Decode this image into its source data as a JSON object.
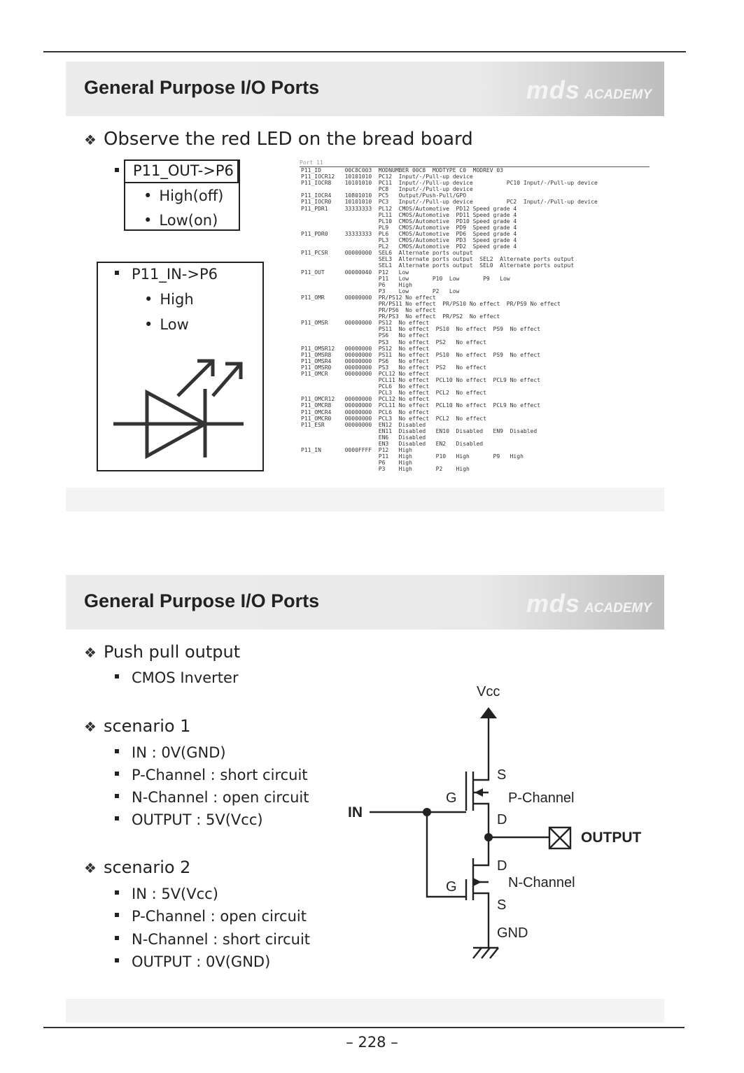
{
  "slide1": {
    "title": "General Purpose I/O Ports",
    "logo_main": "mds",
    "logo_sub": "ACADEMY",
    "heading": "Observe the red LED on the bread board",
    "out_box": {
      "label": "P11_OUT->P6",
      "items": [
        "High(off)",
        "Low(on)"
      ]
    },
    "in_box": {
      "label": "P11_IN->P6",
      "items": [
        "High",
        "Low"
      ]
    },
    "dump_header": "Port 11",
    "dump_rows": [
      "P11_ID       00C8C003  MODNUMBER 00C8  MODTYPE C0  MODREV 03",
      "P11_IOCR12   10101010  PC12  Input/-/Pull-up device",
      "P11_IOCR8    10101010  PC11  Input/-/Pull-up device          PC10 Input/-/Pull-up device",
      "                       PC8   Input/-/Pull-up device",
      "P11_IOCR4    10801010  PC5   Output/Push-Pull/GPO",
      "P11_IOCR0    10101010  PC3   Input/-/Pull-up device          PC2  Input/-/Pull-up device",
      "P11_PDR1     33333333  PL12  CMOS/Automotive  PD12 Speed grade 4",
      "                       PL11  CMOS/Automotive  PD11 Speed grade 4",
      "                       PL10  CMOS/Automotive  PD10 Speed grade 4",
      "                       PL9   CMOS/Automotive  PD9  Speed grade 4",
      "P11_PDR0     33333333  PL6   CMOS/Automotive  PD6  Speed grade 4",
      "                       PL3   CMOS/Automotive  PD3  Speed grade 4",
      "                       PL2   CMOS/Automotive  PD2  Speed grade 4",
      "P11_PCSR     00000000  SEL6  Alternate ports output",
      "                       SEL3  Alternate ports output  SEL2  Alternate ports output",
      "                       SEL1  Alternate ports output  SEL0  Alternate ports output",
      "P11_OUT      00000040  P12   Low",
      "                       P11   Low       P10  Low       P9   Low",
      "                       P6    High",
      "                       P3    Low       P2   Low",
      "P11_OMR      00000000  PR/PS12 No effect",
      "                       PR/PS11 No effect  PR/PS10 No effect  PR/PS9 No effect",
      "                       PR/PS6  No effect",
      "                       PR/PS3  No effect  PR/PS2  No effect",
      "P11_OMSR     00000000  PS12  No effect",
      "                       PS11  No effect  PS10  No effect  PS9  No effect",
      "                       PS6   No effect",
      "                       PS3   No effect  PS2   No effect",
      "P11_OMSR12   00000000  PS12  No effect",
      "P11_OMSR8    00000000  PS11  No effect  PS10  No effect  PS9  No effect",
      "P11_OMSR4    00000000  PS6   No effect",
      "P11_OMSR0    00000000  PS3   No effect  PS2   No effect",
      "P11_OMCR     00000000  PCL12 No effect",
      "                       PCL11 No effect  PCL10 No effect  PCL9 No effect",
      "                       PCL6  No effect",
      "                       PCL3  No effect  PCL2  No effect",
      "P11_OMCR12   00000000  PCL12 No effect",
      "P11_OMCR8    00000000  PCL11 No effect  PCL10 No effect  PCL9 No effect",
      "P11_OMCR4    00000000  PCL6  No effect",
      "P11_OMCR0    00000000  PCL3  No effect  PCL2  No effect",
      "P11_ESR      00000000  EN12  Disabled",
      "                       EN11  Disabled   EN10  Disabled   EN9  Disabled",
      "                       EN6   Disabled",
      "                       EN3   Disabled   EN2   Disabled",
      "P11_IN       0000FFFF  P12   High",
      "                       P11   High       P10   High       P9   High",
      "                       P6    High",
      "                       P3    High       P2    High"
    ]
  },
  "slide2": {
    "title": "General Purpose I/O Ports",
    "logo_main": "mds",
    "logo_sub": "ACADEMY",
    "heading1": "Push pull output",
    "heading1_item": "CMOS Inverter",
    "scenario1": {
      "title": "scenario 1",
      "items": [
        "IN : 0V(GND)",
        "P-Channel : short circuit",
        "N-Channel : open circuit",
        "OUTPUT : 5V(Vcc)"
      ]
    },
    "scenario2": {
      "title": "scenario 2",
      "items": [
        "IN : 5V(Vcc)",
        "P-Channel : open circuit",
        "N-Channel : short circuit",
        "OUTPUT : 0V(GND)"
      ]
    },
    "circuit": {
      "vcc": "Vcc",
      "in": "IN",
      "output": "OUTPUT",
      "gnd": "GND",
      "p_channel": "P-Channel",
      "n_channel": "N-Channel",
      "gate_p": "G",
      "gate_n": "G",
      "source_p": "S",
      "drain_p": "D",
      "drain_n": "D",
      "source_n": "S"
    }
  },
  "page_number": "– 228 –"
}
